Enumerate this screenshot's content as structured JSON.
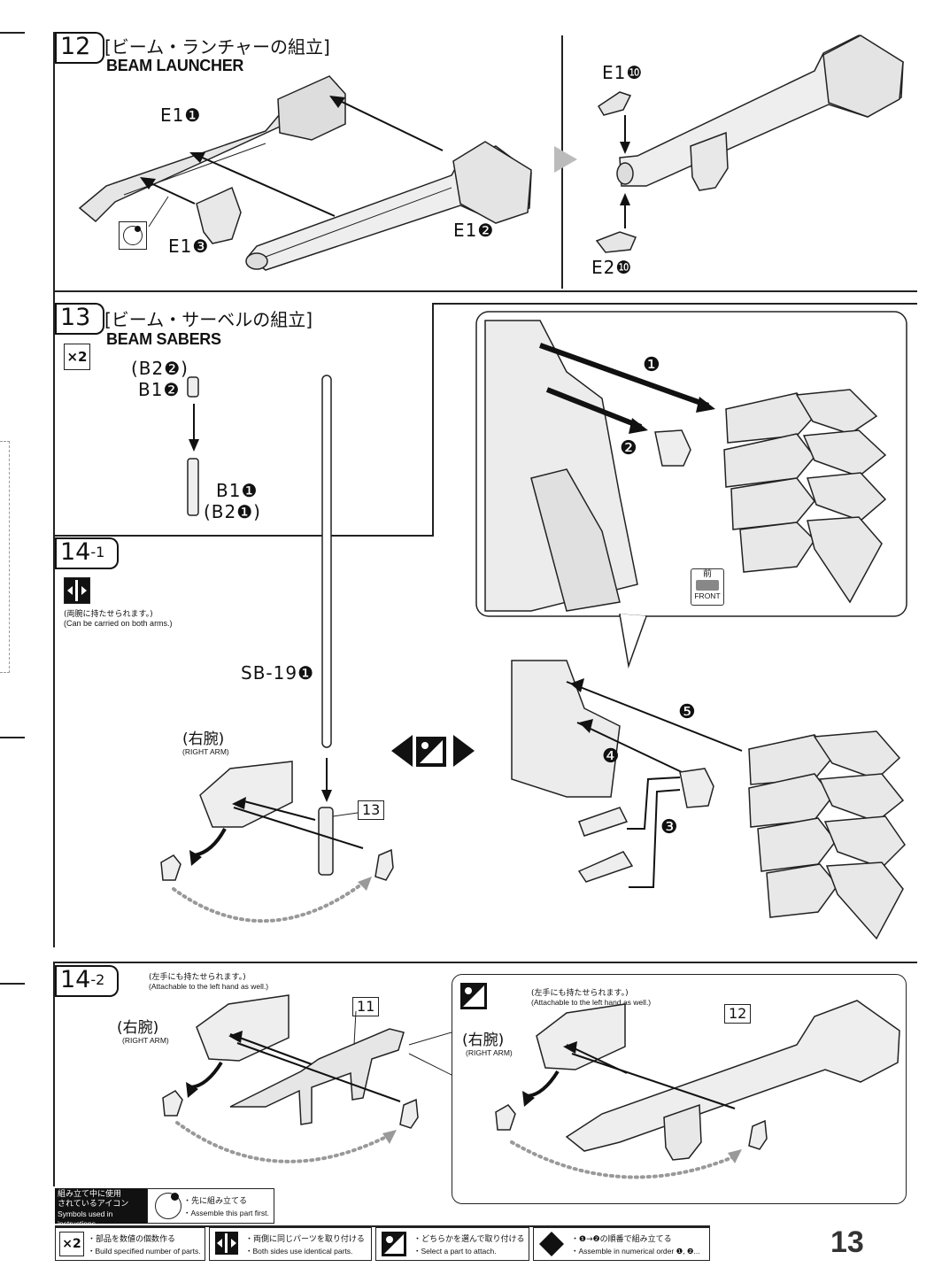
{
  "page_number": "13",
  "step12": {
    "number": "12",
    "title_jp": "[ビーム・ランチャーの組立]",
    "title_en": "BEAM LAUNCHER",
    "parts": {
      "e1_1": "E1❶",
      "e1_2": "E1❷",
      "e1_3": "E1❸",
      "e1_10": "E1❿",
      "e2_10": "E2❿"
    }
  },
  "step13": {
    "number": "13",
    "title_jp": "[ビーム・サーベルの組立]",
    "title_en": "BEAM SABERS",
    "qty": "×2",
    "parts": {
      "b2_2": "(B2❷)",
      "b1_2": "B1❷",
      "b1_1": "B1❶",
      "b2_1": "(B2❶)"
    },
    "callouts": {
      "c1": "❶",
      "c2": "❷",
      "c3": "❸",
      "c4": "❹",
      "c5": "❺"
    },
    "front_jp": "前",
    "front_en": "FRONT"
  },
  "step14_1": {
    "number": "14",
    "sub": "-1",
    "note_jp": "(両腕に持たせられます。)",
    "note_en": "(Can be carried on both arms.)",
    "part": "SB-19❶",
    "arm_jp": "(右腕)",
    "arm_en": "(RIGHT ARM)",
    "ref": "13"
  },
  "step14_2": {
    "number": "14",
    "sub": "-2",
    "note_jp": "(左手にも持たせられます。)",
    "note_en": "(Attachable to the left hand as well.)",
    "arm_jp": "(右腕)",
    "arm_en": "(RIGHT ARM)",
    "ref_a": "11",
    "ref_b": "12",
    "note2_jp": "(左手にも持たせられます。)",
    "note2_en": "(Attachable to the left hand as well.)",
    "arm2_jp": "(右腕)",
    "arm2_en": "(RIGHT ARM)"
  },
  "legend": {
    "heading_jp_1": "組み立て中に使用",
    "heading_jp_2": "されているアイコン",
    "heading_en": "Symbols used in instructions",
    "first_jp": "・先に組み立てる",
    "first_en": "・Assemble this part first.",
    "qty_icon": "×2",
    "qty_jp": "・部品を数値の個数作る",
    "qty_en": "・Build specified number of parts.",
    "both_jp": "・両側に同じパーツを取り付ける",
    "both_en": "・Both sides use identical parts.",
    "select_jp": "・どちらかを選んで取り付ける",
    "select_en": "・Select a part to attach.",
    "order_jp": "・❶→❷の順番で組み立てる",
    "order_en": "・Assemble in numerical order ❶, ❷..."
  }
}
